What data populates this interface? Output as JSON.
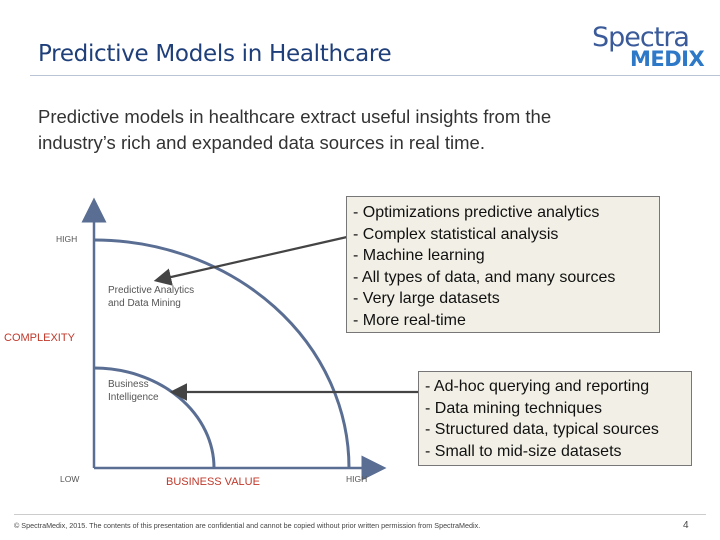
{
  "slide": {
    "title": "Predictive Models in Healthcare",
    "intro": "Predictive models in healthcare extract useful insights from the industry’s rich and expanded data sources in real time."
  },
  "logo": {
    "line1": "Spectra",
    "line2": "MEDIX"
  },
  "diagram": {
    "y_high": "HIGH",
    "y_axis_label": "COMPLEXITY",
    "y_low": "LOW",
    "x_axis_label": "BUSINESS VALUE",
    "x_high": "HIGH",
    "region_outer_line1": "Predictive Analytics",
    "region_outer_line2": "and Data Mining",
    "region_inner_line1": "Business",
    "region_inner_line2": "Intelligence",
    "colors": {
      "axis": "#5a6e93",
      "arc": "#5a6e93",
      "axis_label": "#c0392b",
      "text": "#555555"
    }
  },
  "callout_predictive": [
    "- Optimizations predictive analytics",
    "- Complex statistical analysis",
    "- Machine learning",
    "- All types of data, and many sources",
    "- Very large datasets",
    "- More real-time"
  ],
  "callout_bi": [
    "- Ad-hoc querying and reporting",
    "- Data mining techniques",
    "- Structured data, typical sources",
    "- Small to mid-size datasets"
  ],
  "footer": {
    "copyright": "© SpectraMedix, 2015. The contents of this presentation are confidential and cannot be copied without prior written permission from  SpectraMedix.",
    "page_number": "4"
  }
}
